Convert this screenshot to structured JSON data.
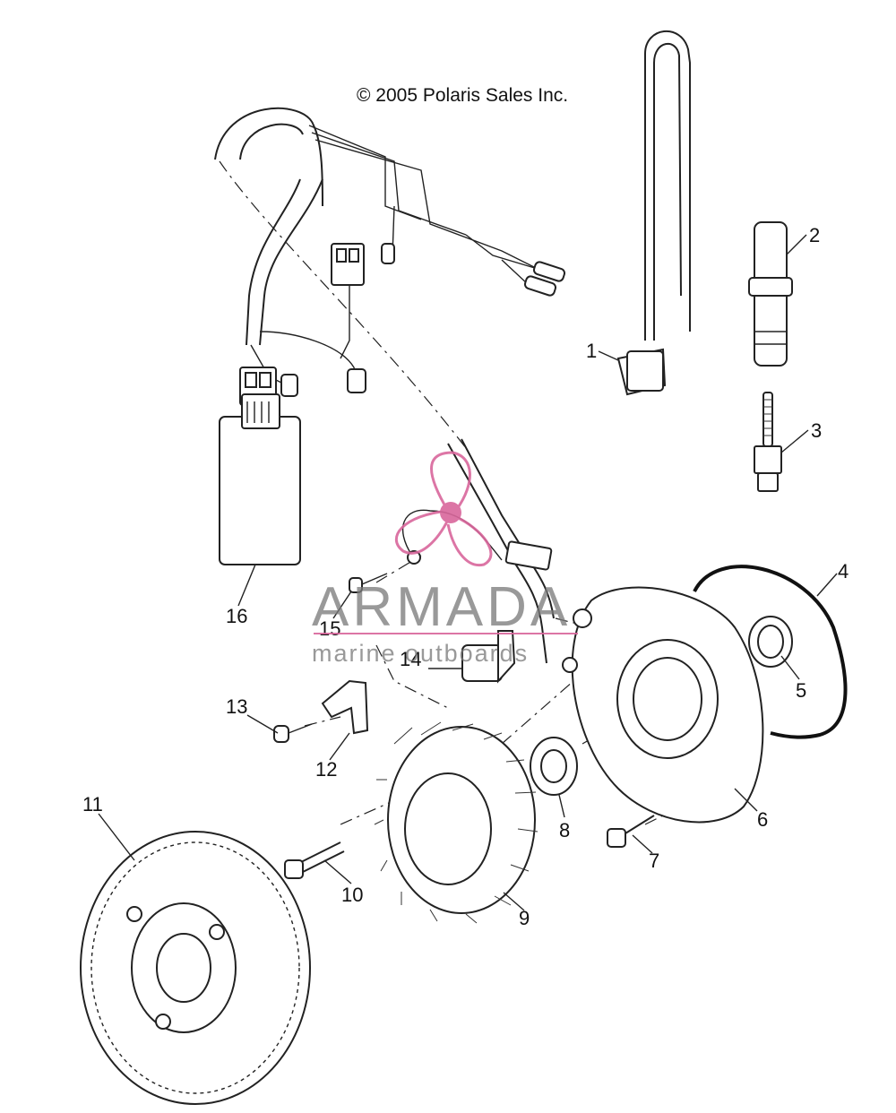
{
  "diagram": {
    "copyright": "© 2005 Polaris Sales Inc.",
    "watermark": {
      "brand": "ARMADA",
      "tagline": "marine outboards",
      "brand_color": "#d9679c",
      "text_color": "#7a7a7a"
    },
    "callouts": [
      "1",
      "2",
      "3",
      "4",
      "5",
      "6",
      "7",
      "8",
      "9",
      "10",
      "11",
      "12",
      "13",
      "14",
      "15",
      "16"
    ]
  }
}
